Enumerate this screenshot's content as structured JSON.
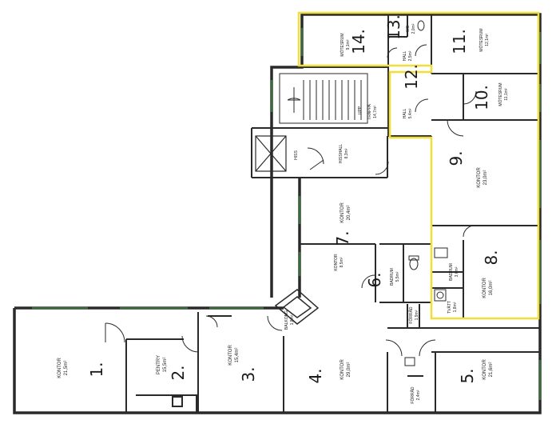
{
  "rooms": [
    {
      "id": "1",
      "number": "1.",
      "name": "KONTOR",
      "area": "21,5m²"
    },
    {
      "id": "2",
      "number": "2.",
      "name": "PENTRY",
      "area": "15,5m²"
    },
    {
      "id": "3",
      "number": "3.",
      "name": "KONTOR",
      "area": "15,4m²"
    },
    {
      "id": "4",
      "number": "4.",
      "name": "KONTOR",
      "area": "29,0m²"
    },
    {
      "id": "5",
      "number": "5.",
      "name": "KONTOR",
      "area": "21,6m²"
    },
    {
      "id": "6",
      "number": "6.",
      "name": "BADRUM",
      "area": "5,5m²"
    },
    {
      "id": "7",
      "number": "7.",
      "name": "KONTOR",
      "area": "20,4m²"
    },
    {
      "id": "7b",
      "number": "",
      "name": "KONTOR",
      "area": "8,5m²"
    },
    {
      "id": "8",
      "number": "8.",
      "name": "KONTOR",
      "area": "16,0m²"
    },
    {
      "id": "9",
      "number": "9.",
      "name": "KONTOR",
      "area": "23,0m²"
    },
    {
      "id": "10",
      "number": "10.",
      "name": "MÖTESRUM",
      "area": "11,1m²"
    },
    {
      "id": "11",
      "number": "11.",
      "name": "MÖTESRUM",
      "area": "12,1m²"
    },
    {
      "id": "12",
      "number": "12.",
      "name": "HALL",
      "area": "5,4m²"
    },
    {
      "id": "13",
      "number": "13.",
      "name": "WC",
      "area": "2,0m²"
    },
    {
      "id": "14",
      "number": "14.",
      "name": "MÖTESRUM",
      "area": "9,1m²"
    }
  ],
  "labels": {
    "hall_upper": "HALL",
    "hall_upper_area": "2,5m²",
    "trappa": "TRAPPA",
    "trappa_area": "14,7m²",
    "upp": "UPP",
    "hisshall": "HISSHALL",
    "hisshall_area": "8,3m²",
    "hiss": "HISS",
    "balkong": "BALKONG",
    "balkong_area": "1,8m²",
    "forrad_1": "FÖRRÅD",
    "forrad_1_area": "1,9m²",
    "forrad_2": "FÖRRÅD",
    "forrad_2_area": "2,4m²",
    "badrum_small": "BADRUM",
    "badrum_small_area": "3,6m²",
    "tvatt": "TVÄTT",
    "tvatt_area": "1,8m²"
  },
  "colors": {
    "highlight": "#f0de3a",
    "walls": "#2a2a2a",
    "window": "#3a6b3a",
    "background": "#ffffff"
  }
}
